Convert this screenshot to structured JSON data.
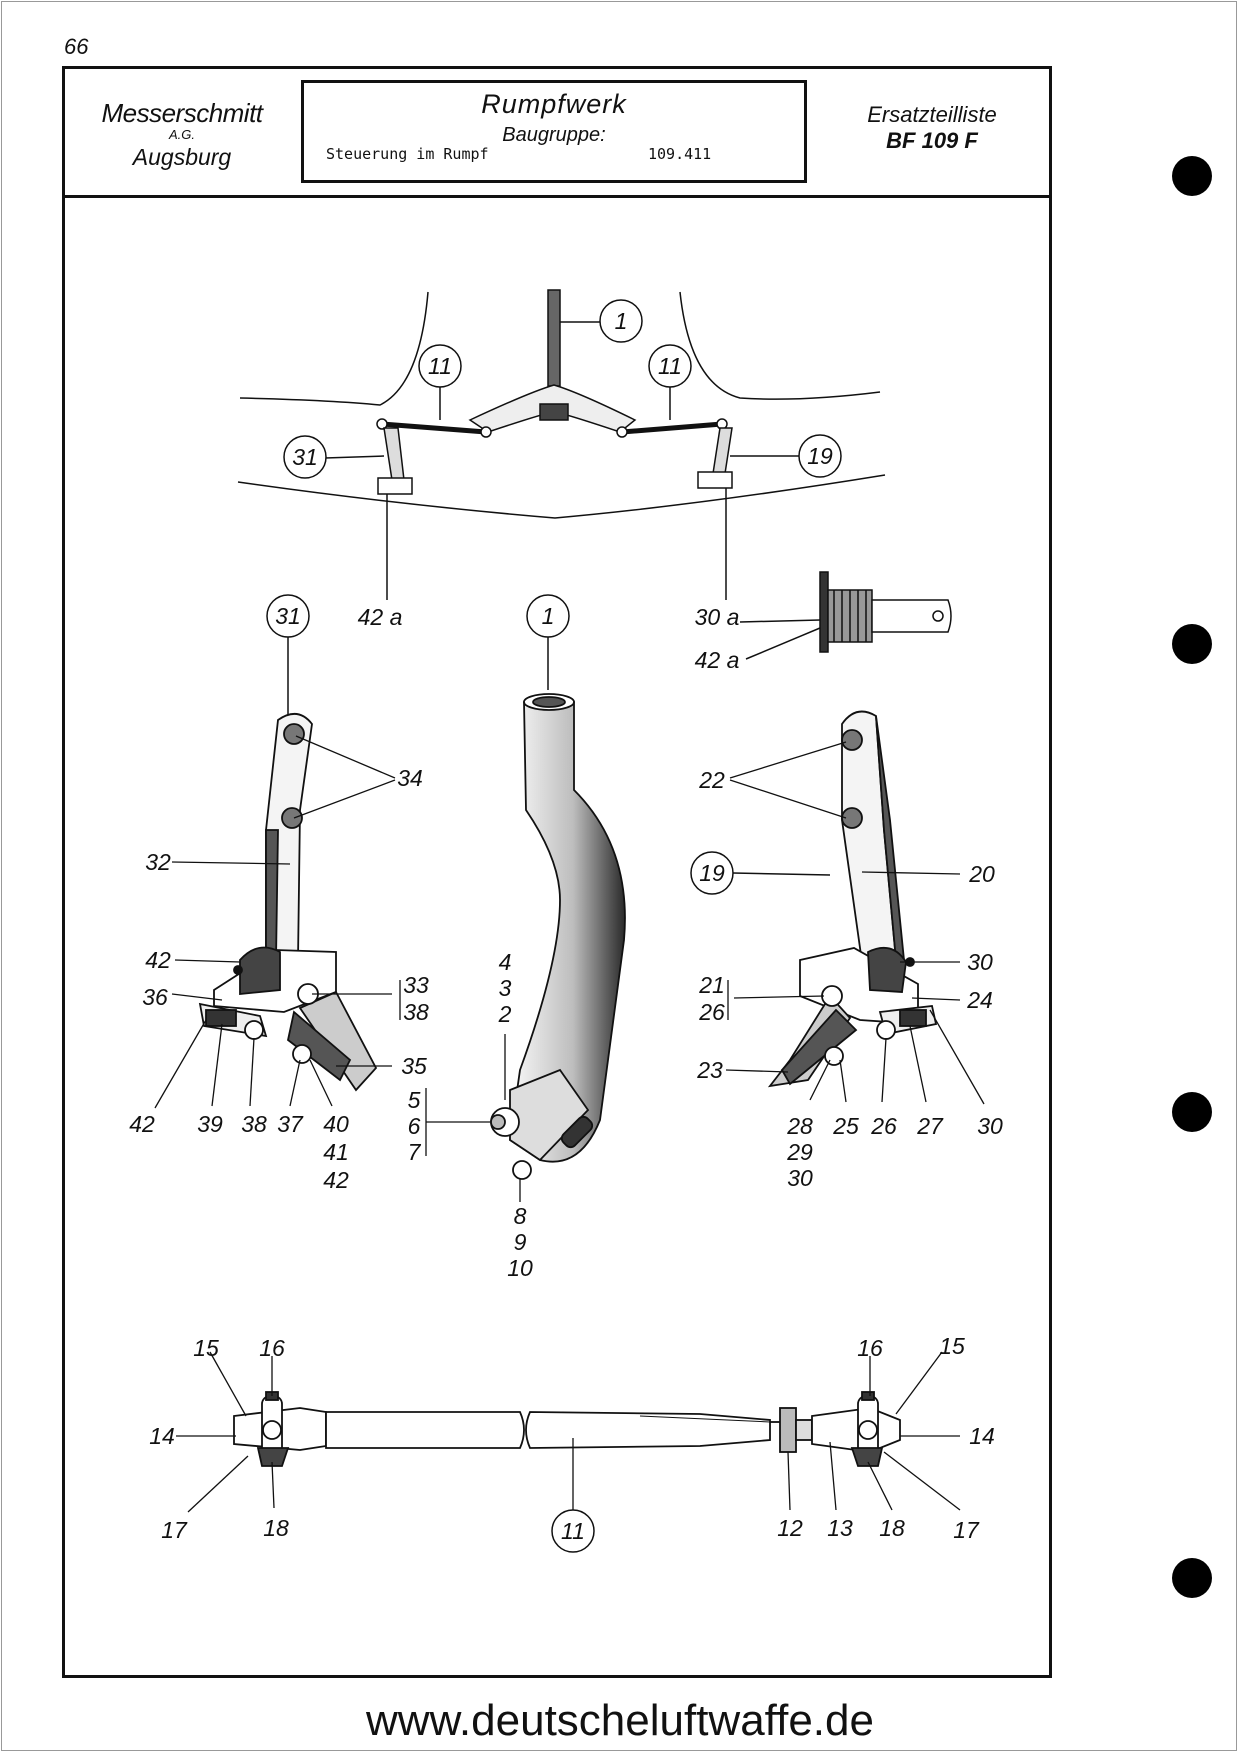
{
  "page_number": "66",
  "header": {
    "manufacturer": "Messerschmitt",
    "manufacturer_suffix": "A.G.",
    "city": "Augsburg",
    "section": "Rumpfwerk",
    "group_label": "Baugruppe:",
    "group_name": "Steuerung im Rumpf",
    "group_number": "109.411",
    "catalog_title": "Ersatzteilliste",
    "aircraft": "BF 109 F"
  },
  "callouts": {
    "top_circles": [
      "1",
      "11",
      "11",
      "31",
      "19"
    ],
    "top_plain": [
      "42 a",
      "30 a",
      "42 a"
    ],
    "mid_circles": [
      "31",
      "1",
      "19"
    ],
    "left_lever": [
      "34",
      "32",
      "42",
      "36",
      "33",
      "38",
      "35",
      "42",
      "39",
      "38",
      "37",
      "40",
      "41",
      "42"
    ],
    "stick": [
      "4",
      "3",
      "2",
      "5",
      "6",
      "7",
      "8",
      "9",
      "10"
    ],
    "right_lever": [
      "22",
      "20",
      "30",
      "21",
      "26",
      "24",
      "23",
      "28",
      "29",
      "30",
      "25",
      "26",
      "27",
      "30"
    ],
    "rod": [
      "15",
      "16",
      "14",
      "17",
      "18",
      "16",
      "15",
      "14",
      "12",
      "13",
      "18",
      "17"
    ],
    "rod_circle": "11"
  },
  "footer": {
    "url": "www.deutscheluftwaffe.de"
  }
}
